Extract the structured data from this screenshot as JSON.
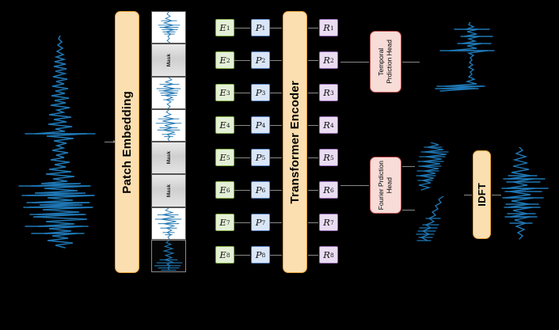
{
  "figure": {
    "type": "architecture-diagram",
    "background_color": "#000000",
    "accent_colors": {
      "module_fill": "#fcdfb0",
      "module_border": "#e8a33d",
      "head_fill": "#f7dcd8",
      "head_border": "#c0504d",
      "embedding_token_fill": "#e4f0d6",
      "embedding_token_border": "#86b04e",
      "position_token_fill": "#d9e6f7",
      "position_token_border": "#5a84c4",
      "representation_token_fill": "#eadcf2",
      "representation_token_border": "#9a6fb5",
      "signal_color": "#1f77b4"
    }
  },
  "modules": {
    "patch_embedding": {
      "label": "Patch Embedding"
    },
    "transformer_encoder": {
      "label": "Transformer Encoder"
    },
    "idft": {
      "label": "IDFT"
    },
    "temporal_head": {
      "line1": "Temporal",
      "line2": "Prdiction Head"
    },
    "fourier_head": {
      "line1": "Fourier Prdiction",
      "line2": "Head"
    }
  },
  "patches": [
    {
      "index": 1,
      "kind": "signal",
      "label": ""
    },
    {
      "index": 2,
      "kind": "mask",
      "label": "Mask"
    },
    {
      "index": 3,
      "kind": "signal",
      "label": ""
    },
    {
      "index": 4,
      "kind": "signal",
      "label": ""
    },
    {
      "index": 5,
      "kind": "mask",
      "label": "Mask"
    },
    {
      "index": 6,
      "kind": "mask",
      "label": "Mask"
    },
    {
      "index": 7,
      "kind": "signal",
      "label": ""
    },
    {
      "index": 8,
      "kind": "signal-dark",
      "label": ""
    }
  ],
  "tokens": {
    "embedding": [
      {
        "base": "E",
        "sub": "1"
      },
      {
        "base": "E",
        "sub": "2"
      },
      {
        "base": "E",
        "sub": "3"
      },
      {
        "base": "E",
        "sub": "4"
      },
      {
        "base": "E",
        "sub": "5"
      },
      {
        "base": "E",
        "sub": "6"
      },
      {
        "base": "E",
        "sub": "7"
      },
      {
        "base": "E",
        "sub": "8"
      }
    ],
    "position": [
      {
        "base": "P",
        "sub": "1"
      },
      {
        "base": "P",
        "sub": "2"
      },
      {
        "base": "P",
        "sub": "3"
      },
      {
        "base": "P",
        "sub": "4"
      },
      {
        "base": "P",
        "sub": "5"
      },
      {
        "base": "P",
        "sub": "6"
      },
      {
        "base": "P",
        "sub": "7"
      },
      {
        "base": "P",
        "sub": "8"
      }
    ],
    "representation": [
      {
        "base": "R",
        "sub": "1"
      },
      {
        "base": "R",
        "sub": "2"
      },
      {
        "base": "R",
        "sub": "3"
      },
      {
        "base": "R",
        "sub": "4"
      },
      {
        "base": "R",
        "sub": "5"
      },
      {
        "base": "R",
        "sub": "6"
      },
      {
        "base": "R",
        "sub": "7"
      },
      {
        "base": "R",
        "sub": "8"
      }
    ]
  },
  "signals": {
    "input_waveform": {
      "name": "input-seismic-waveform",
      "orientation": "vertical"
    },
    "temporal_output": {
      "name": "temporal-reconstruction-waveform",
      "orientation": "vertical"
    },
    "fourier_real": {
      "name": "fourier-real-spectrum-waveform",
      "orientation": "vertical"
    },
    "fourier_imag": {
      "name": "fourier-imaginary-spectrum-waveform",
      "orientation": "vertical"
    },
    "idft_output": {
      "name": "idft-reconstruction-waveform",
      "orientation": "vertical"
    }
  }
}
